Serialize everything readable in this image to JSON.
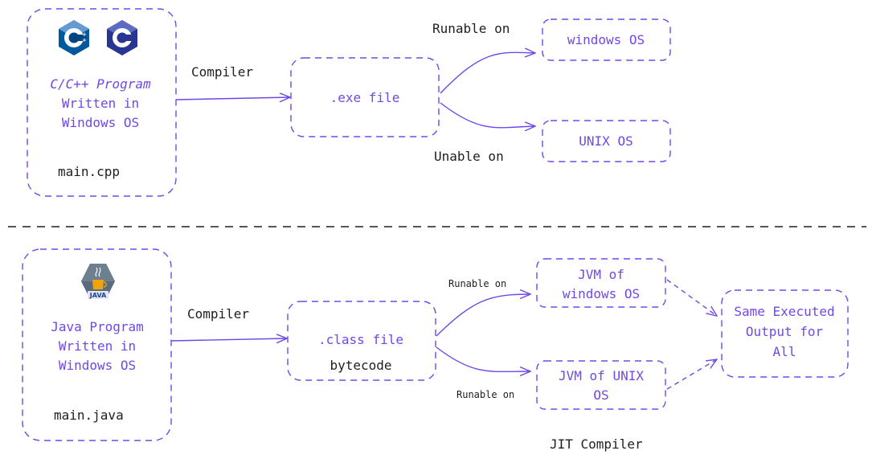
{
  "cpp_section": {
    "source_box": {
      "title_lines": [
        "C/C++ Program",
        "Written in",
        "Windows OS"
      ],
      "filename": "main.cpp"
    },
    "compiler_label": "Compiler",
    "output_box": {
      "label": ".exe file"
    },
    "runable_label": "Runable on",
    "unable_label": "Unable on",
    "windows_box": {
      "label": "windows OS"
    },
    "unix_box": {
      "label": "UNIX OS"
    }
  },
  "java_section": {
    "source_box": {
      "title_lines": [
        "Java Program",
        "Written in",
        "Windows OS"
      ],
      "filename": "main.java"
    },
    "compiler_label": "Compiler",
    "output_box": {
      "label": ".class file",
      "sublabel": "bytecode"
    },
    "runable_label_top": "Runable on",
    "runable_label_bottom": "Runable on",
    "jvm_windows_box": {
      "lines": [
        "JVM of",
        "windows OS"
      ]
    },
    "jvm_unix_box": {
      "lines": [
        "JVM of UNIX",
        "OS"
      ]
    },
    "result_box": {
      "lines": [
        "Same Executed",
        "Output for",
        "All"
      ]
    },
    "jit_label": "JIT Compiler",
    "java_logo_text": "JAVA"
  },
  "colors": {
    "accent": "#7048e8",
    "text": "#1e1e1e",
    "cpp_logo_dark": "#00599c",
    "cpp_logo_light": "#659ad2",
    "java_logo_bg": "#5b6b7b",
    "java_logo_cup": "#f0a30a"
  },
  "icons": [
    "cpp-logo-icon",
    "c-logo-icon",
    "java-logo-icon"
  ]
}
